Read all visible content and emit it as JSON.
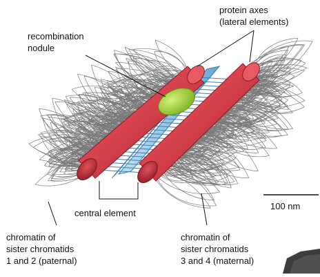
{
  "labels": {
    "protein_axes": "protein axes\n(lateral elements)",
    "recombination_nodule": "recombination\nnodule",
    "central_element": "central element",
    "scale_bar": "100 nm",
    "chromatin_paternal": "chromatin of\nsister chromatids\n1 and 2 (paternal)",
    "chromatin_maternal": "chromatin of\nsister chromatids\n3 and 4 (maternal)"
  },
  "colors": {
    "lateral_element": "#d8434d",
    "lateral_element_dark": "#9e1f2a",
    "central_element": "#8fc3e6",
    "nodule": "#a9d63a",
    "chromatin": "#7a7a7a"
  }
}
